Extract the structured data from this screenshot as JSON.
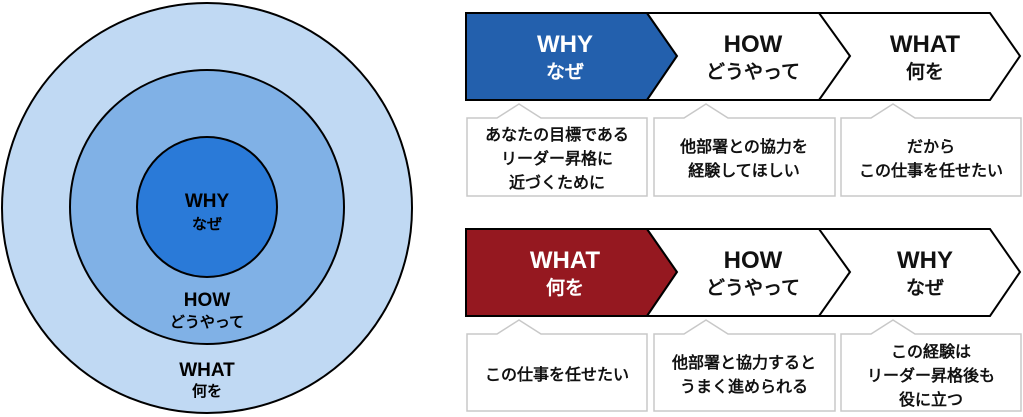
{
  "colors": {
    "outer_circle": "#c0d9f3",
    "middle_circle": "#80b1e6",
    "inner_circle": "#2a7ad8",
    "why_first": "#2360ad",
    "what_first": "#951820",
    "callout_border": "#c8c8c8"
  },
  "circle": {
    "why": {
      "en": "WHY",
      "ja": "なぜ"
    },
    "how": {
      "en": "HOW",
      "ja": "どうやって"
    },
    "what": {
      "en": "WHAT",
      "ja": "何を"
    }
  },
  "flow_top": {
    "steps": [
      {
        "en": "WHY",
        "ja": "なぜ"
      },
      {
        "en": "HOW",
        "ja": "どうやって"
      },
      {
        "en": "WHAT",
        "ja": "何を"
      }
    ],
    "notes": [
      [
        "あなたの目標である",
        "リーダー昇格に",
        "近づくために"
      ],
      [
        "他部署との協力を",
        "経験してほしい"
      ],
      [
        "だから",
        "この仕事を任せたい"
      ]
    ]
  },
  "flow_bottom": {
    "steps": [
      {
        "en": "WHAT",
        "ja": "何を"
      },
      {
        "en": "HOW",
        "ja": "どうやって"
      },
      {
        "en": "WHY",
        "ja": "なぜ"
      }
    ],
    "notes": [
      [
        "この仕事を任せたい"
      ],
      [
        "他部署と協力すると",
        "うまく進められる"
      ],
      [
        "この経験は",
        "リーダー昇格後も",
        "役に立つ"
      ]
    ]
  }
}
